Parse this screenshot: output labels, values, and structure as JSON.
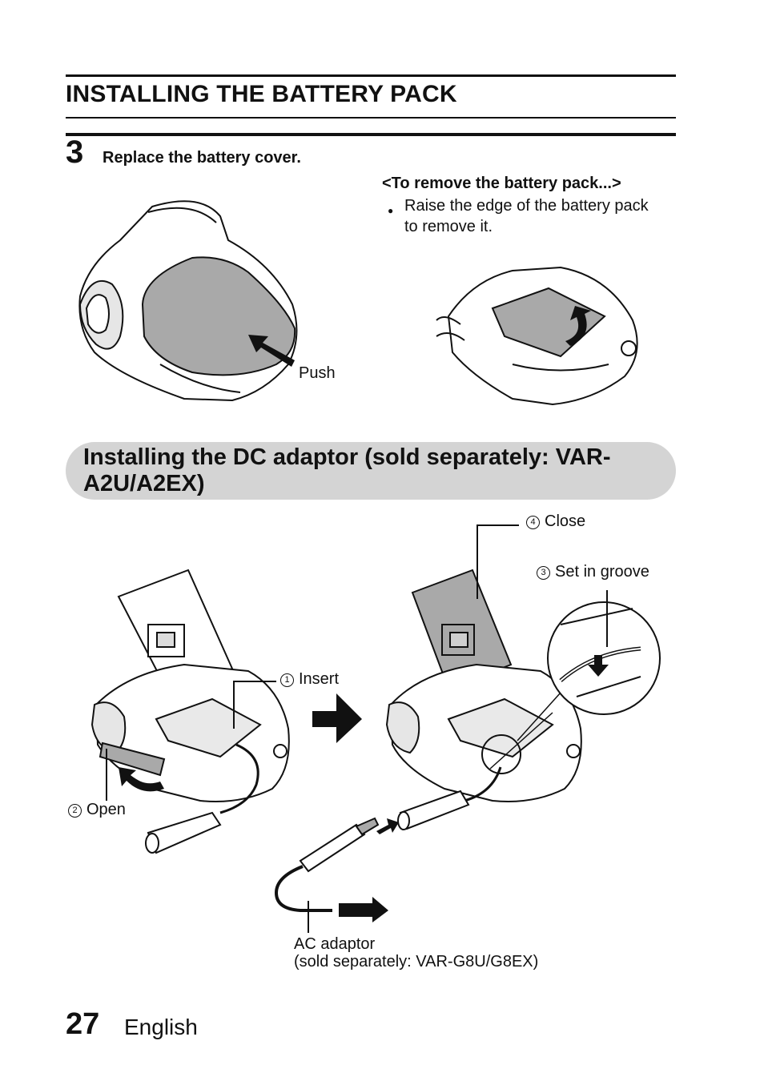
{
  "section": {
    "title": "INSTALLING THE BATTERY PACK"
  },
  "step": {
    "number": "3",
    "text": "Replace the battery cover."
  },
  "remove": {
    "title": "<To remove the battery pack...>",
    "bullet": "●",
    "text": "Raise the edge of the battery pack to remove it."
  },
  "figure1": {
    "push_label": "Push"
  },
  "subsection": {
    "title": "Installing the DC adaptor (sold separately: VAR-A2U/A2EX)"
  },
  "figure2": {
    "labels": {
      "close": {
        "num": "4",
        "text": "Close"
      },
      "set_groove": {
        "num": "3",
        "text": "Set in groove"
      },
      "insert": {
        "num": "1",
        "text": "Insert"
      },
      "open": {
        "num": "2",
        "text": "Open"
      }
    },
    "ac_adaptor_line1": "AC adaptor",
    "ac_adaptor_line2": "(sold separately: VAR-G8U/G8EX)"
  },
  "footer": {
    "page_number": "27",
    "language": "English"
  }
}
